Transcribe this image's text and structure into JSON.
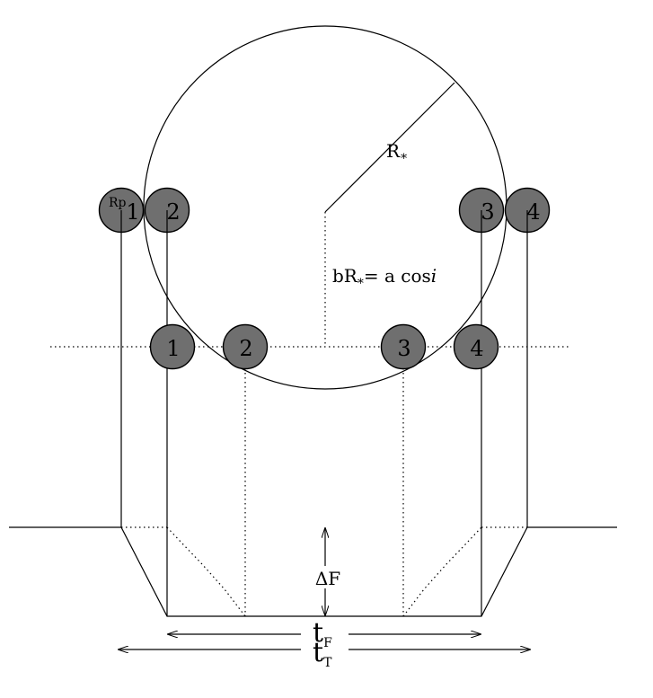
{
  "labels": {
    "stellar_radius": "R",
    "stellar_radius_sub": "*",
    "planet_radius": "Rp",
    "impact_parameter_pre": "bR",
    "impact_parameter_sub": "*",
    "impact_parameter_post": "= a cos",
    "impact_parameter_italic": "i",
    "depth": "ΔF",
    "full_duration_main": "t",
    "full_duration_sub": "F",
    "total_duration_main": "t",
    "total_duration_sub": "T"
  },
  "upper_contacts": [
    "1",
    "2",
    "3",
    "4"
  ],
  "lower_contacts": [
    "1",
    "2",
    "3",
    "4"
  ]
}
